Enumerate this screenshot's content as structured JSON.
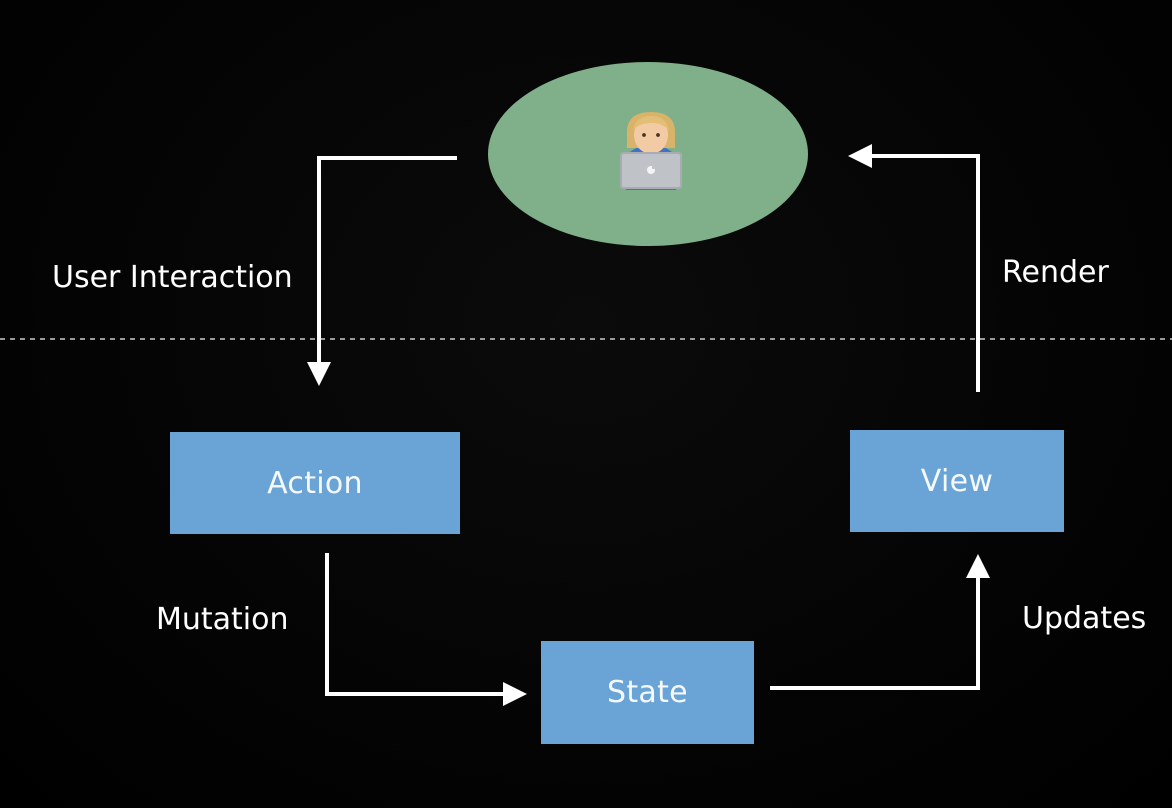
{
  "diagram": {
    "nodes": {
      "user": {
        "icon": "person-with-laptop-icon",
        "color": "#7fb08a"
      },
      "action": {
        "label": "Action"
      },
      "state": {
        "label": "State"
      },
      "view": {
        "label": "View"
      }
    },
    "edges": {
      "user_to_action": {
        "label": "User Interaction"
      },
      "action_to_state": {
        "label": "Mutation"
      },
      "state_to_view": {
        "label": "Updates"
      },
      "view_to_user": {
        "label": "Render"
      }
    },
    "colors": {
      "background": "#000000",
      "box_fill": "#6aa3d6",
      "arrow": "#ffffff",
      "divider": "#9a9a9a"
    }
  }
}
